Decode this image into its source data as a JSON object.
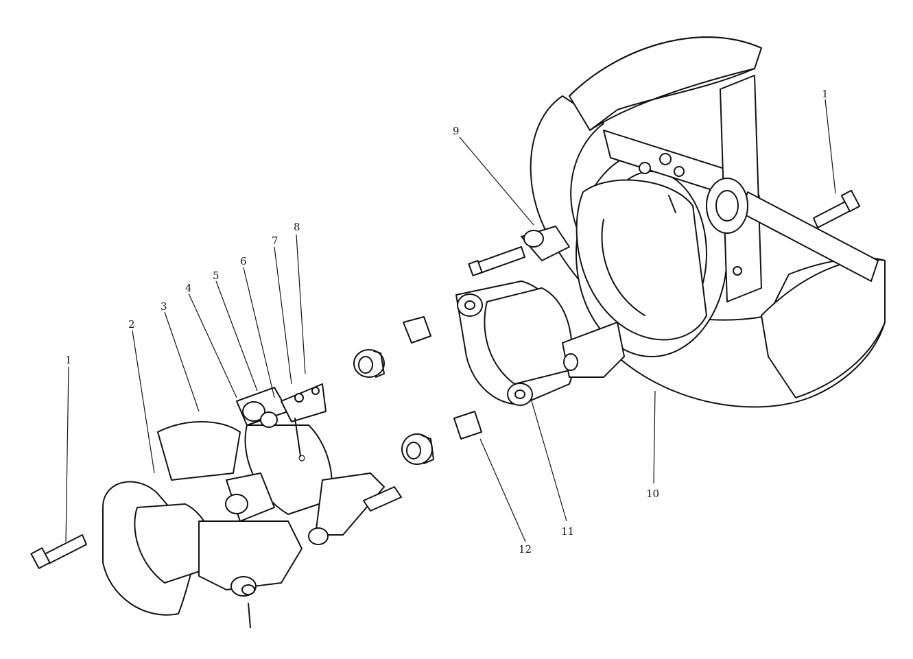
{
  "callouts": [
    {
      "id": "c1a",
      "label": "1"
    },
    {
      "id": "c2",
      "label": "2"
    },
    {
      "id": "c3",
      "label": "3"
    },
    {
      "id": "c4",
      "label": "4"
    },
    {
      "id": "c5",
      "label": "5"
    },
    {
      "id": "c6",
      "label": "6"
    },
    {
      "id": "c7",
      "label": "7"
    },
    {
      "id": "c8",
      "label": "8"
    },
    {
      "id": "c9",
      "label": "9"
    },
    {
      "id": "c1b",
      "label": "1"
    },
    {
      "id": "c10",
      "label": "10"
    },
    {
      "id": "c11",
      "label": "11"
    },
    {
      "id": "c12",
      "label": "12"
    }
  ],
  "colors": {
    "ink": "#111111",
    "paper": "#ffffff"
  }
}
